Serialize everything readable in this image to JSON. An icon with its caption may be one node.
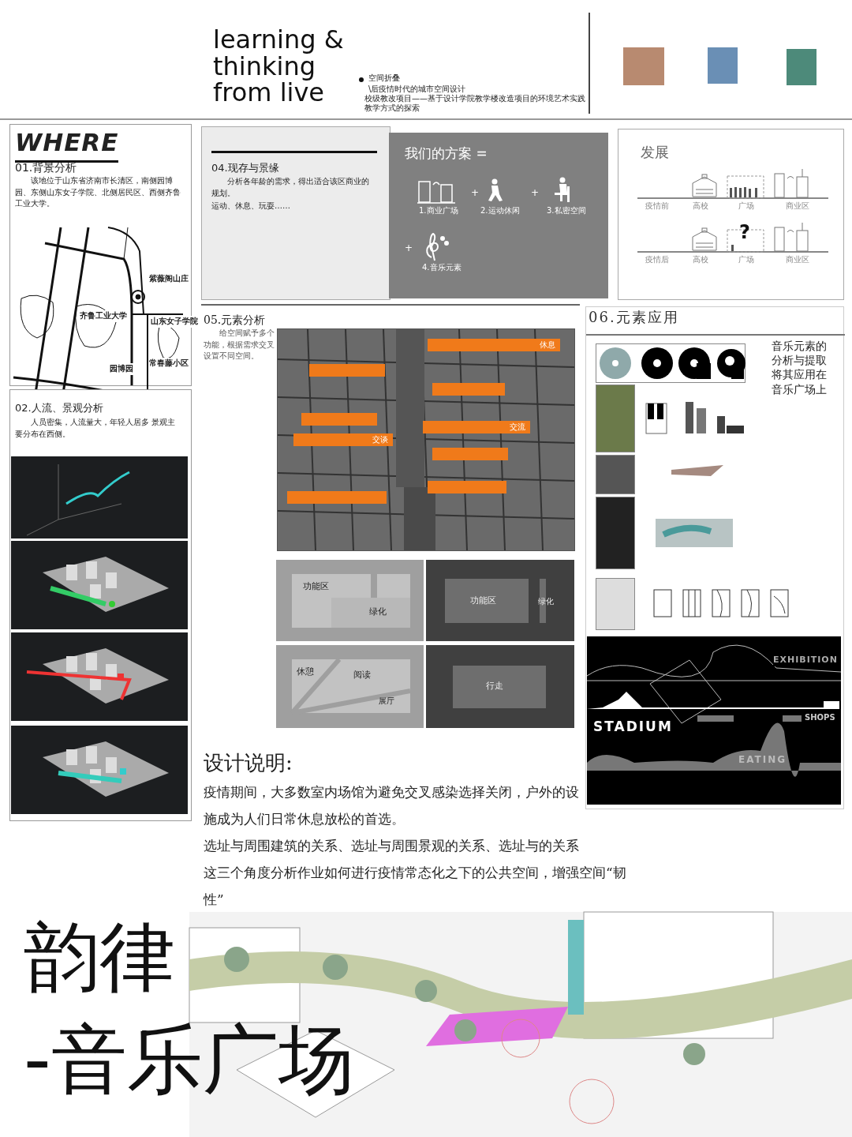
{
  "diagram": {
    "nodes": [
      {
        "text": [
          "WHERE",
          "01.背景分析",
          "该地位于山东省济南市长清区，南侧园博园、东侧山东女子学院、北侧居民区、西侧齐鲁工业大学。"
        ]
      },
      {
        "text": [
          "02.人流、景观分析",
          "人员密集，人流量大，年轻人居多 景观主要分布在西侧。"
        ]
      },
      {
        "text": [
          "04.现存与景缘",
          "分析各年龄的需求，得出适合该区商业的规划。",
          "运动、休息、玩耍……"
        ]
      },
      {
        "text": [
          "我们的方案 =",
          "1.商业广场",
          "+",
          "2.运动休闲",
          "+",
          "3.私密空间",
          "+",
          "4.音乐元素"
        ]
      },
      {
        "text": [
          "发展",
          "疫情前",
          "高校",
          "广场",
          "商业区",
          "疫情后",
          "高校",
          "?",
          "广场",
          "商业区"
        ]
      },
      {
        "text": [
          "05.元素分析",
          "给空间赋予多个功能，根据需求交叉设置不同空间。"
        ]
      },
      {
        "text": [],
        "shape": "picture",
        "in": 5
      },
      {
        "text": [
          "休息"
        ],
        "in": 6
      },
      {
        "text": [],
        "shape": "bar",
        "in": 6
      },
      {
        "text": [],
        "shape": "bar",
        "in": 6
      },
      {
        "text": [],
        "shape": "bar",
        "in": 6
      },
      {
        "text": [
          "交流"
        ],
        "in": 6
      },
      {
        "text": [
          "交谈"
        ],
        "in": 6
      },
      {
        "text": [],
        "shape": "bar",
        "in": 6
      },
      {
        "text": [],
        "shape": "bar",
        "in": 6
      },
      {
        "text": [],
        "shape": "bar",
        "in": 6
      },
      {
        "text": [
          "功能区",
          "绿化"
        ],
        "in": 5
      },
      {
        "text": [
          "功能区",
          "绿化"
        ],
        "in": 5
      },
      {
        "text": [
          "休憩",
          "阅读",
          "展厅"
        ],
        "in": 5
      },
      {
        "text": [
          "行走"
        ],
        "in": 5
      },
      {
        "text": [
          "06.元素应用",
          "音乐元素的分析与提取将其应用在音乐广场上"
        ]
      },
      {
        "text": [
          "EXHIBITION",
          "STADIUM",
          "SHOPS",
          "EATING"
        ],
        "in": 20
      }
    ],
    "labels": [
      "learning & thinking from live",
      "空间折叠",
      "\\后疫情时代的城市空间设计",
      "校级教改项目——基于设计学院教学楼改造项目的环境艺术实践教学方式的探索",
      "紫薇阁山庄",
      "齐鲁工业大学",
      "山东女子学院",
      "常春藤小区",
      "园博园",
      "设计说明:",
      "疫情期间，大多数室内场馆为避免交叉感染选择关闭，户外的设施成为人们日常休息放松的首选。",
      "选址与周围建筑的关系、选址与周围景观的关系、选址与的关系",
      "这三个角度分析作业如何进行疫情常态化之下的公共空间，增强空间“韧性”",
      "韵律",
      "-音乐广场"
    ]
  }
}
